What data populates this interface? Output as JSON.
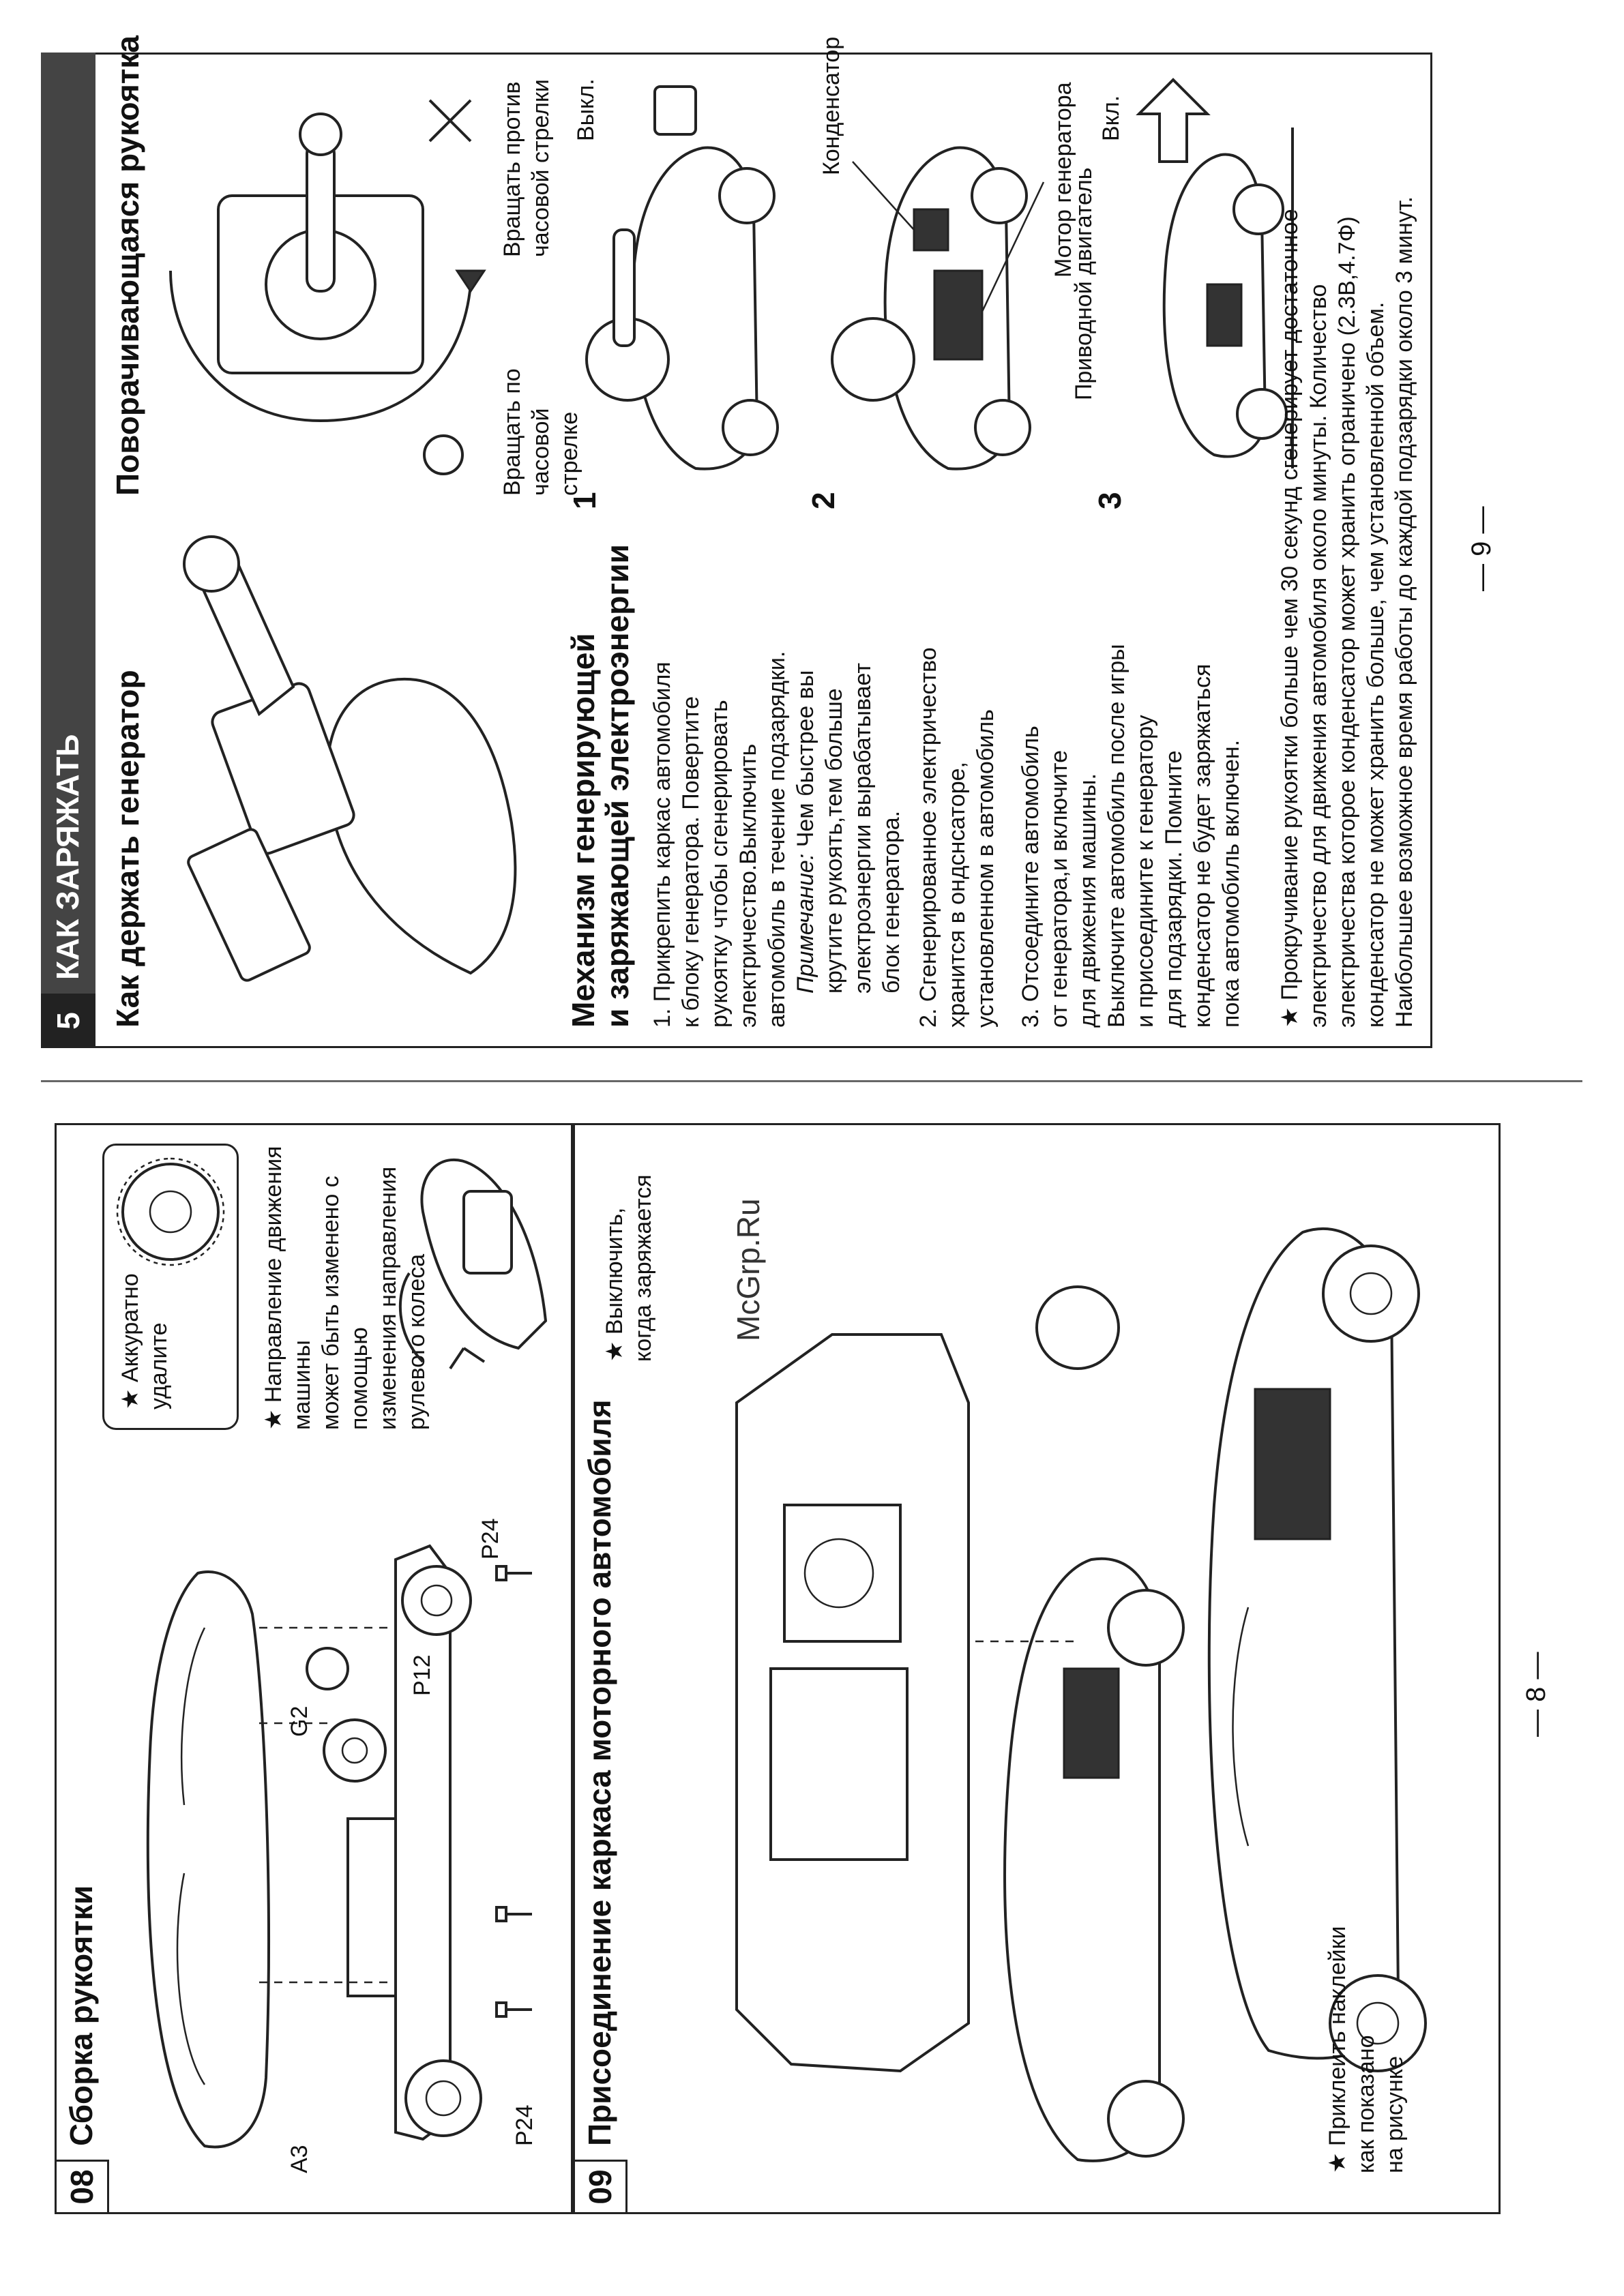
{
  "left_page": {
    "section08": {
      "number": "08",
      "title": "Сборка рукоятки",
      "note_remove": "★ Аккуратно\nудалите",
      "note_direction": "★ Направление движения машины\nможет быть изменено с помощью\nизменения направления\nрулевого колеса",
      "parts": [
        "A3",
        "G2",
        "P12",
        "P24",
        "P24"
      ]
    },
    "section09": {
      "number": "09",
      "title": "Присоединение каркаса моторного автомобиля",
      "note_switch": "★ Выключить,\nкогда заряжается",
      "note_sticker": "★ Приклеить наклейки\nкак показано\nна рисунке"
    },
    "watermark": "McGrp.Ru",
    "page_number": "— 8 —"
  },
  "right_page": {
    "header": {
      "number": "5",
      "title": "КАК ЗАРЯЖАТЬ"
    },
    "hold_title": "Как держать генератор",
    "rotate_title": "Поворачивающаяся рукоятка",
    "rotate_cw": "Вращать по часовой\nстрелке",
    "rotate_ccw": "Вращать против\nчасовой стрелки",
    "mechanism_title": "Механизм генерирующей\nи заряжающей электроэнергии",
    "steps": [
      {
        "n": "1. ",
        "text": "Прикрепить каркас автомобиля\nк блоку генератора. Повертите\nрукоятку чтобы сгенерировать\nэлектричество.Выключить\nавтомобиль в течение подзарядки."
      },
      {
        "n": "",
        "note_label": "Примечание:",
        "text": " Чем быстрее вы\nкрутите рукоять,тем больше\nэлектроэнергии вырабатывает\nблок генератора."
      },
      {
        "n": "2. ",
        "text": "Сгенерированное электричество\nхранится в ондснсаторе,\nустановленном в автомобиль"
      },
      {
        "n": "3. ",
        "text": "Отсоедините автомобиль\nот генератора,и включите\nдля движения машины.\nВыключите автомобиль после игры\nи присоедините к генератору\nдля подзарядки. Помните\nконденсатор не будет заряжаться\nпока автомобиль включен."
      }
    ],
    "diagram_numbers": [
      "1",
      "2",
      "3"
    ],
    "labels": {
      "off": "Выкл.",
      "on": "Вкл.",
      "capacitor": "Конденсатор",
      "generator_motor": "Мотор генератора",
      "drive_motor": "Приводной двигатель"
    },
    "footnote": "★ Прокручивание рукоятки больше чем 30 секунд сгенерирует достаточное\nэлектричество для движения автомобиля около минуты. Количество\nэлектричества которое конденсатор может хранить ограничено (2.3В,4.7Ф)\nконденсатор не может хранить больше, чем установленной объем.\nНаибольшее возможное время работы до каждой подзарядки около 3 минут.",
    "page_number": "— 9 —"
  }
}
